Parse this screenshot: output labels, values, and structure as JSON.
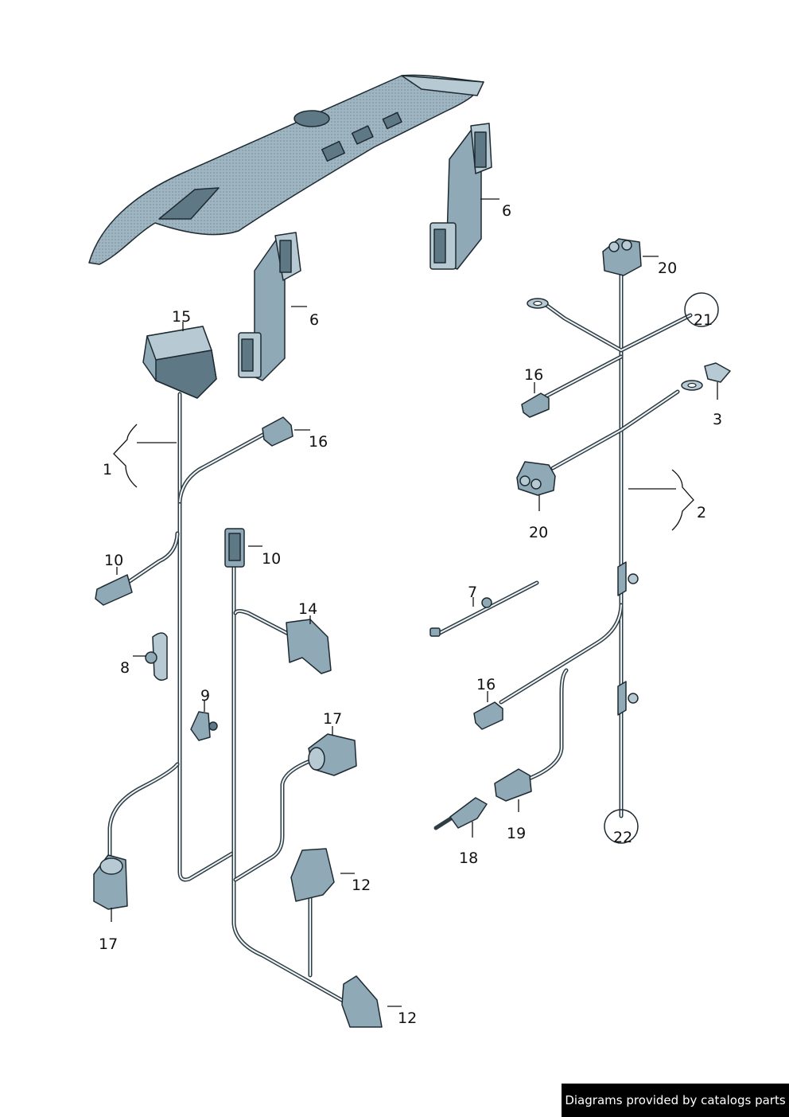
{
  "labels": {
    "l1": "1",
    "l2": "2",
    "l3": "3",
    "l6a": "6",
    "l6b": "6",
    "l7": "7",
    "l8": "8",
    "l9": "9",
    "l10a": "10",
    "l10b": "10",
    "l12a": "12",
    "l12b": "12",
    "l14": "14",
    "l15": "15",
    "l16a": "16",
    "l16b": "16",
    "l16c": "16",
    "l17a": "17",
    "l17b": "17",
    "l18": "18",
    "l19": "19",
    "l20a": "20",
    "l20b": "20",
    "l21": "21",
    "l22": "22"
  },
  "footer": {
    "text": "Diagrams provided by catalogs parts"
  },
  "colors": {
    "part_fill": "#8fa9b7",
    "part_outline": "#1e2a31",
    "footer_bg": "#000000"
  }
}
